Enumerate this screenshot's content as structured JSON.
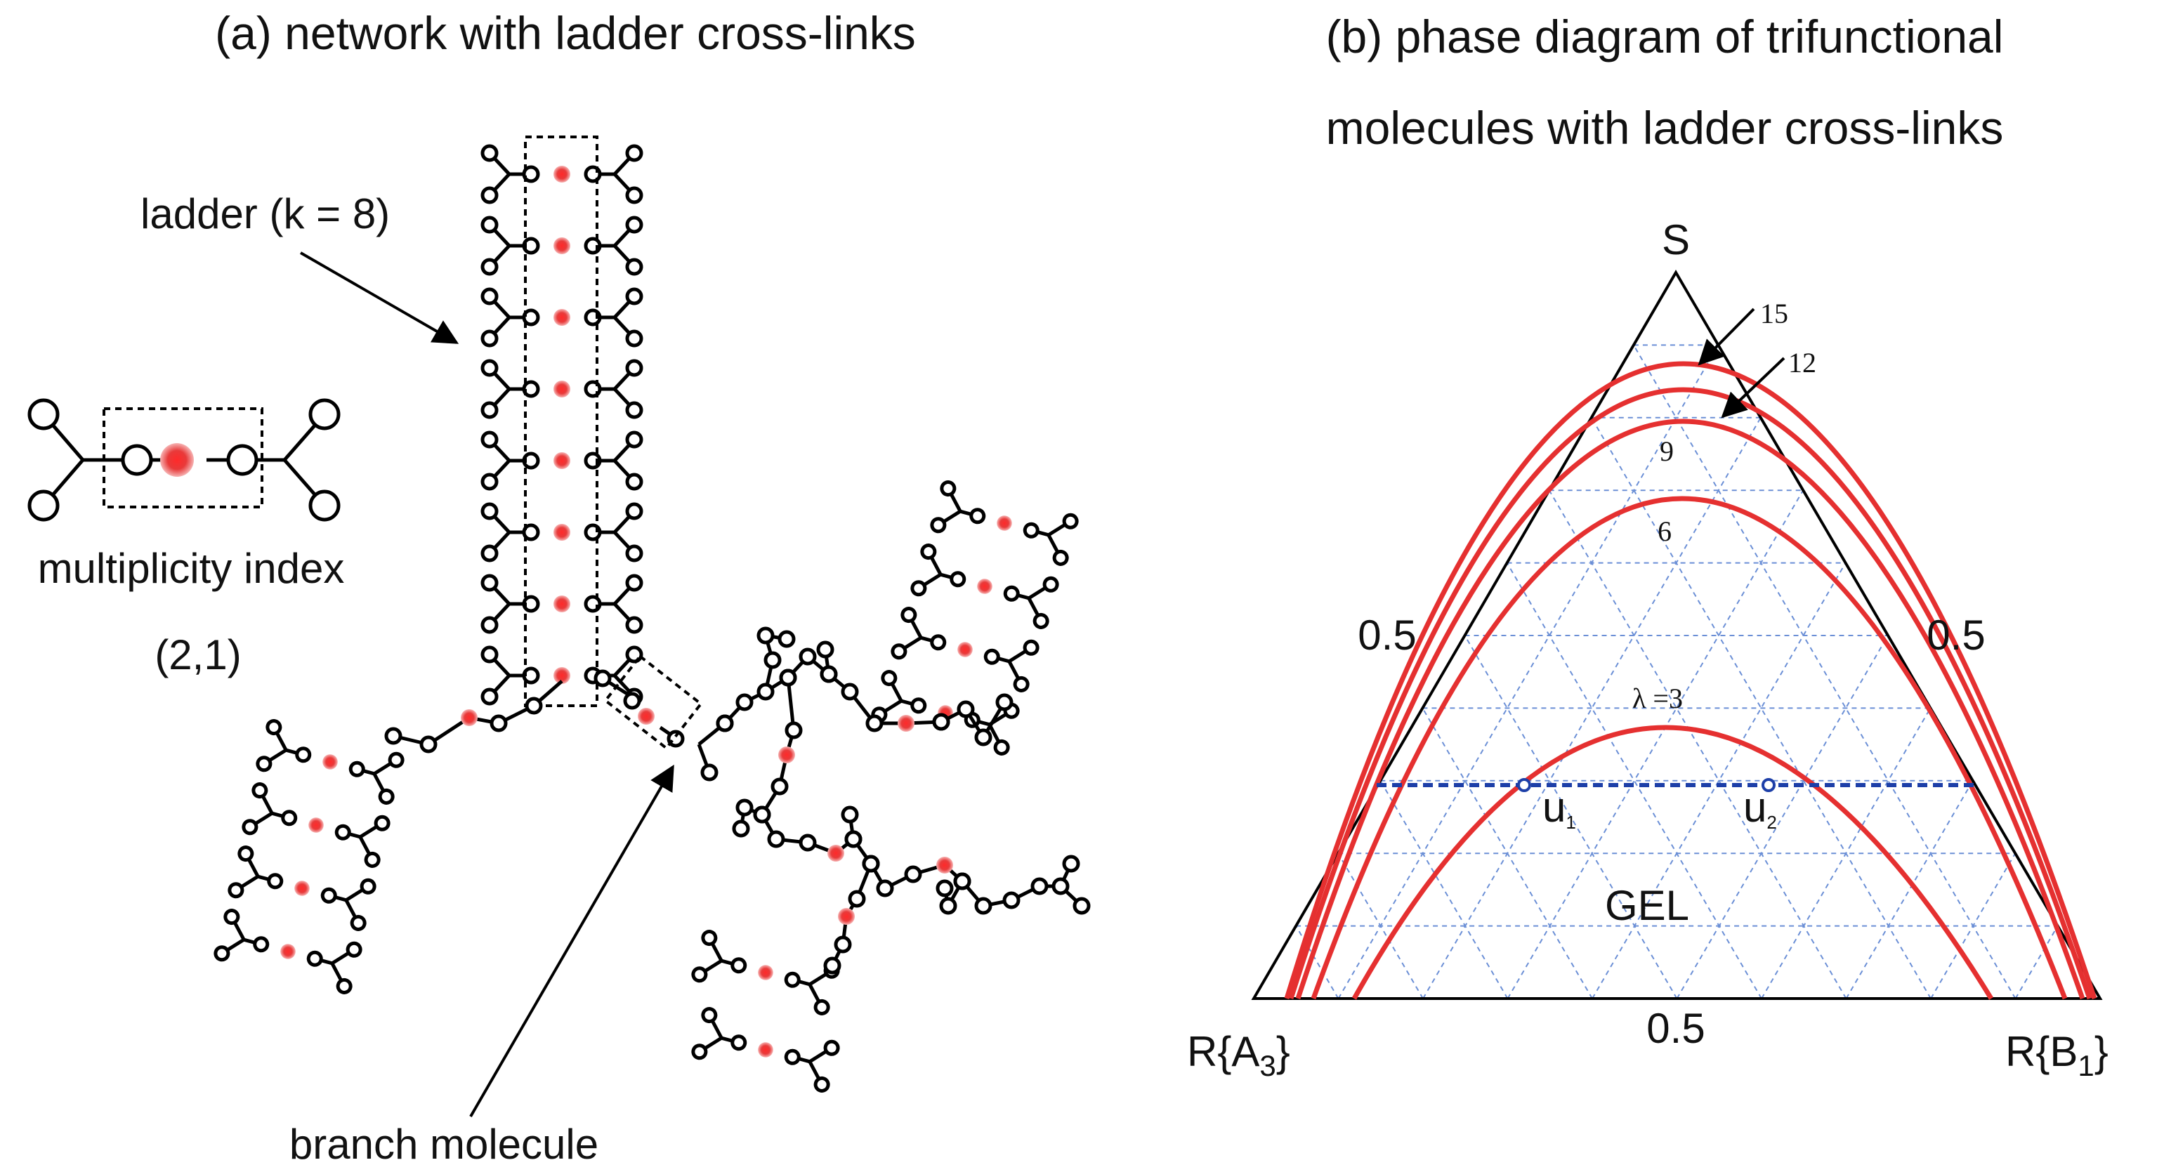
{
  "panel_a": {
    "title": "(a) network with ladder cross-links",
    "ladder_label": "ladder (k = 8)",
    "multiplicity_label": "multiplicity index",
    "multiplicity_value": "(2,1)",
    "branch_label": "branch molecule"
  },
  "panel_b": {
    "title_line1": "(b) phase diagram of trifunctional",
    "title_line2": "molecules with ladder cross-links",
    "vertex_top": "S",
    "vertex_left_base": "R{A",
    "vertex_left_sub": "3",
    "vertex_left_close": "}",
    "vertex_right_base": "R{B",
    "vertex_right_sub": "1",
    "vertex_right_close": "}",
    "tick_left": "0.5",
    "tick_right": "0.5",
    "tick_bottom": "0.5",
    "gel_label": "GEL",
    "u1_base": "u",
    "u1_sub": "1",
    "u2_base": "u",
    "u2_sub": "2",
    "curve_labels": {
      "l15": "15",
      "l12": "12",
      "l9": "9",
      "l6": "6",
      "l3": "λ =3"
    }
  },
  "colors": {
    "curve": "#e53030",
    "tie_line": "#1d3fa8",
    "grid": "#6b8fd6"
  }
}
